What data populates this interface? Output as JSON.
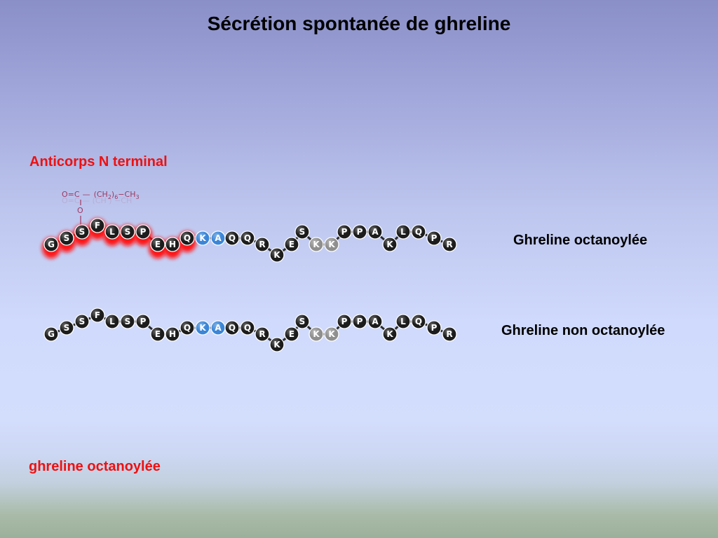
{
  "title": "Sécrétion spontanée de ghreline",
  "labels": {
    "antibody": "Anticorps N terminal",
    "octanoylated": "Ghreline octanoylée",
    "non_octanoylated": "Ghreline non octanoylée",
    "footer": "ghreline octanoylée"
  },
  "formula": {
    "carbonyl": "O=C",
    "dash": "—",
    "chain": "(CH",
    "sub1": "2",
    "close": ")",
    "sub2": "6",
    "tail": "−CH",
    "sub3": "3",
    "ester_oxygen": "O"
  },
  "colors": {
    "bead_default": "#1c1c1c",
    "bead_blue": "#3a86d8",
    "bead_gray": "#8f8f8f",
    "antibody_glow": "#ff1010",
    "label_red": "#ee1111"
  },
  "residues": [
    "G",
    "S",
    "S",
    "F",
    "L",
    "S",
    "P",
    "E",
    "H",
    "Q",
    "K",
    "A",
    "Q",
    "Q",
    "R",
    "K",
    "E",
    "S",
    "K",
    "K",
    "P",
    "P",
    "A",
    "K",
    "L",
    "Q",
    "P",
    "R"
  ],
  "bead_color_groups": [
    "black",
    "black",
    "black",
    "black",
    "black",
    "black",
    "black",
    "black",
    "black",
    "black",
    "blue",
    "blue",
    "black",
    "black",
    "black",
    "black",
    "black",
    "black",
    "gray",
    "gray",
    "black",
    "black",
    "black",
    "black",
    "black",
    "black",
    "black",
    "black"
  ],
  "octanoylated_residue_index": 2,
  "antibody_epitope": [
    true,
    true,
    true,
    true,
    true,
    true,
    true,
    true,
    true,
    true,
    false,
    false,
    false,
    false,
    false,
    false,
    false,
    false,
    false,
    false,
    false,
    false,
    false,
    false,
    false,
    false,
    false,
    false
  ]
}
